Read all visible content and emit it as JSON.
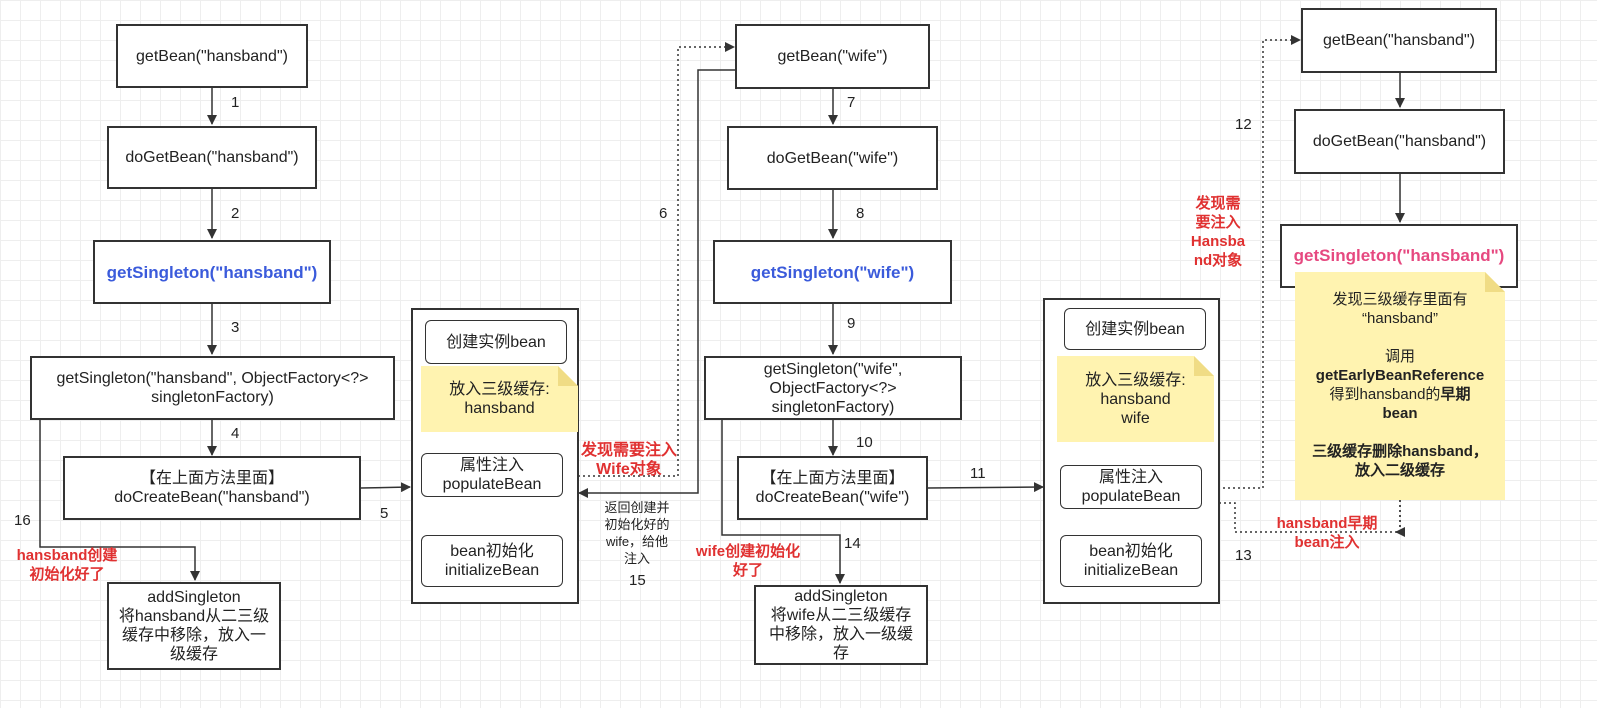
{
  "colors": {
    "line": "#333333",
    "note_fill": "#fff3b0",
    "highlight_blue": "#3b5bdb",
    "highlight_pink": "#e64980",
    "annotation_red": "#e03131"
  },
  "column1": {
    "get_bean": "getBean(\"hansband\")",
    "do_get_bean": "doGetBean(\"hansband\")",
    "get_singleton": "getSingleton(\"hansband\")",
    "get_singleton_factory": "getSingleton(\"hansband\", ObjectFactory<?>\nsingletonFactory)",
    "do_create_bean": "【在上面方法里面】\ndoCreateBean(\"hansband\")",
    "add_singleton": "addSingleton\n将hansband从二三级\n缓存中移除，放入一\n级缓存"
  },
  "lifecycle1": {
    "create_instance": "创建实例bean",
    "cache_note": "放入三级缓存:\nhansband",
    "populate": "属性注入\npopulateBean",
    "initialize": "bean初始化\ninitializeBean"
  },
  "column2": {
    "get_bean": "getBean(\"wife\")",
    "do_get_bean": "doGetBean(\"wife\")",
    "get_singleton": "getSingleton(\"wife\")",
    "get_singleton_factory": "getSingleton(\"wife\",\nObjectFactory<?>\nsingletonFactory)",
    "do_create_bean": "【在上面方法里面】\ndoCreateBean(\"wife\")",
    "add_singleton": "addSingleton\n将wife从二三级缓存\n中移除，放入一级缓\n存"
  },
  "lifecycle2": {
    "create_instance": "创建实例bean",
    "cache_note": "放入三级缓存:\nhansband\nwife",
    "populate": "属性注入\npopulateBean",
    "initialize": "bean初始化\ninitializeBean"
  },
  "column3": {
    "get_bean": "getBean(\"hansband\")",
    "do_get_bean": "doGetBean(\"hansband\")",
    "get_singleton": "getSingleton(\"hansband\")"
  },
  "note3": {
    "line1": "发现三级缓存里面有",
    "line2": "“hansband”",
    "line3": "调用",
    "line4": "getEarlyBeanReference",
    "line5_pre": "得到hansband的",
    "line5_bold": "早期",
    "line6": "bean",
    "line7": "三级缓存删除hansband，",
    "line8": "放入二级缓存"
  },
  "step_numbers": [
    "1",
    "2",
    "3",
    "4",
    "5",
    "6",
    "7",
    "8",
    "9",
    "10",
    "11",
    "12",
    "13",
    "14",
    "15",
    "16"
  ],
  "annotations": {
    "found_need_inject_wife": "发现需要注入\nWife对象",
    "return_created_wife": "返回创建并\n初始化好的\nwife，给他\n注入",
    "wife_created": "wife创建初始化\n好了",
    "hansband_created": "hansband创建\n初始化好了",
    "found_need_inject_hansband": "发现需\n要注入\nHansba\nnd对象",
    "hansband_early_inject": "hansband早期\nbean注入"
  }
}
